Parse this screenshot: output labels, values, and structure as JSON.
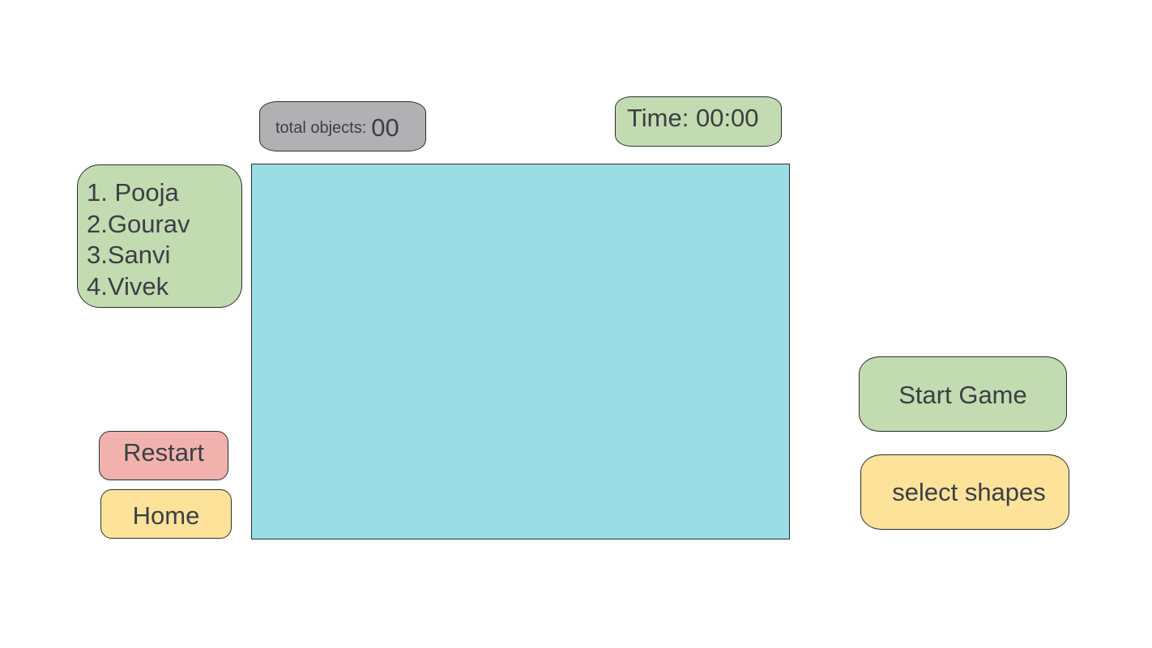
{
  "counter": {
    "label": "total objects:",
    "value": "00"
  },
  "timer": {
    "text": "Time: 00:00"
  },
  "players": [
    "1. Pooja",
    "2.Gourav",
    "3.Sanvi",
    "4.Vivek"
  ],
  "buttons": {
    "restart": "Restart",
    "home": "Home",
    "start": "Start Game",
    "select_shapes": "select shapes"
  },
  "colors": {
    "green": "#c3dbb0",
    "gray": "#b1b1b4",
    "pink": "#f1b2ae",
    "yellow": "#fde29a",
    "playfield": "#9bdde5"
  }
}
